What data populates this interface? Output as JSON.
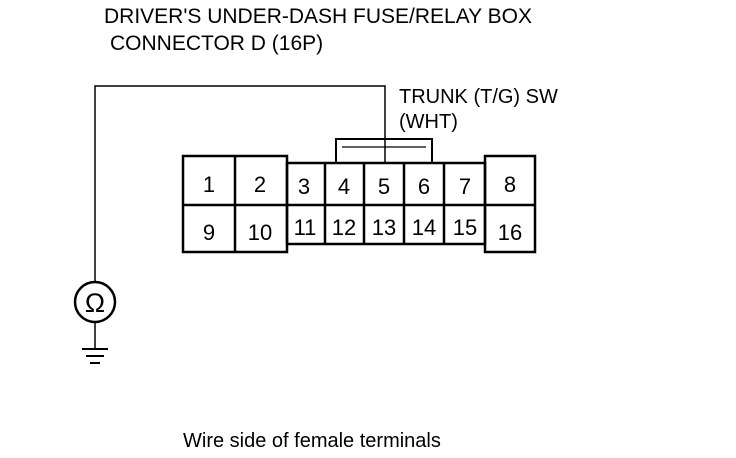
{
  "title": {
    "line1": "DRIVER'S UNDER-DASH FUSE/RELAY BOX",
    "line2": "CONNECTOR D (16P)"
  },
  "connector_label": {
    "line1": "TRUNK (T/G) SW",
    "line2": "(WHT)"
  },
  "terminals": {
    "t1": "1",
    "t2": "2",
    "t3": "3",
    "t4": "4",
    "t5": "5",
    "t6": "6",
    "t7": "7",
    "t8": "8",
    "t9": "9",
    "t10": "10",
    "t11": "11",
    "t12": "12",
    "t13": "13",
    "t14": "14",
    "t15": "15",
    "t16": "16"
  },
  "meter_symbol": "Ω",
  "caption": "Wire side of female terminals",
  "colors": {
    "line": "#000000",
    "background": "#ffffff"
  },
  "icons": {
    "meter": "ohmmeter-icon",
    "ground": "ground-icon"
  }
}
